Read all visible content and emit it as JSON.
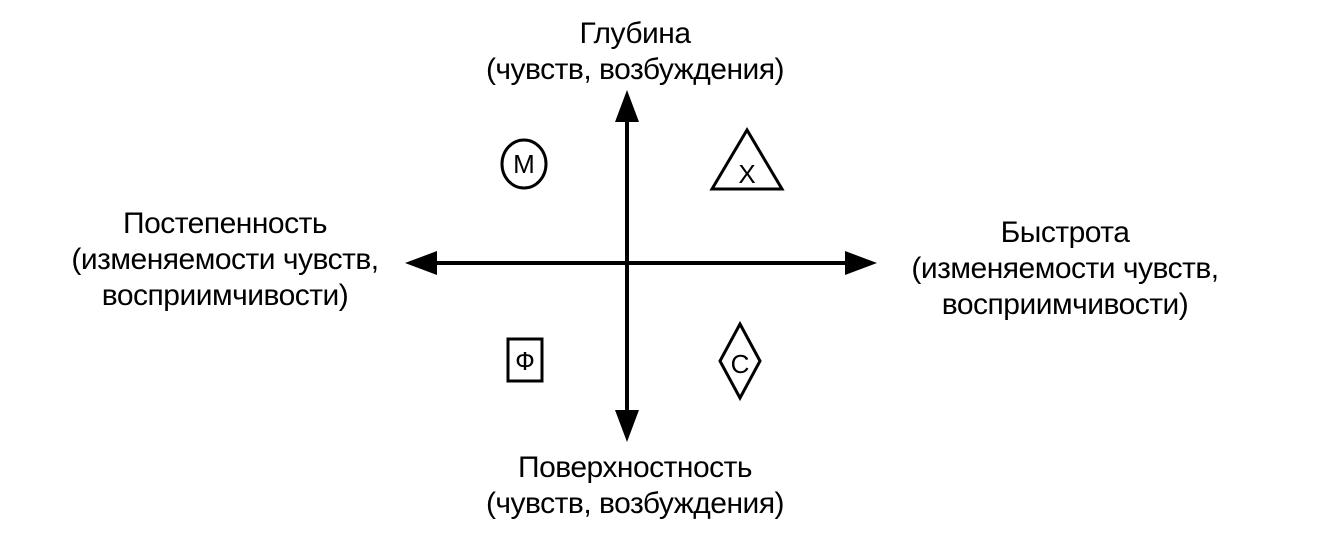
{
  "axes": {
    "top": {
      "title": "Глубина",
      "subtitle": "(чувств, возбуждения)"
    },
    "bottom": {
      "title": "Поверхностность",
      "subtitle": "(чувств, возбуждения)"
    },
    "left": {
      "title": "Постепенность",
      "line2": "(изменяемости чувств,",
      "line3": "восприимчивости)"
    },
    "right": {
      "title": "Быстрота",
      "line2": "(изменяемости чувств,",
      "line3": "восприимчивости)"
    }
  },
  "quadrants": {
    "top_left": {
      "letter": "М",
      "shape": "circle"
    },
    "top_right": {
      "letter": "Х",
      "shape": "triangle"
    },
    "bottom_left": {
      "letter": "Ф",
      "shape": "square"
    },
    "bottom_right": {
      "letter": "С",
      "shape": "diamond"
    }
  },
  "colors": {
    "ink": "#000000",
    "background": "#ffffff"
  }
}
